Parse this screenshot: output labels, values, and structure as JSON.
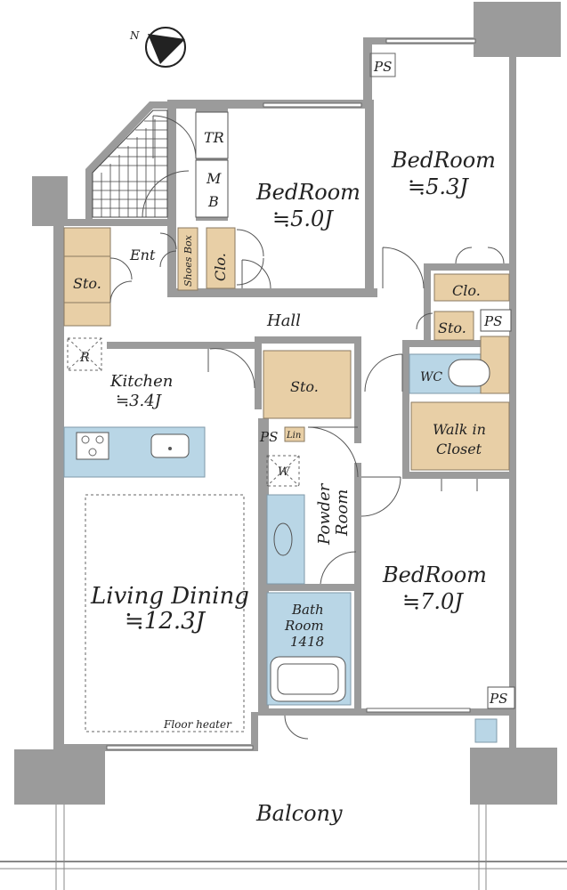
{
  "rooms": {
    "bed_top_right": {
      "name": "BedRoom",
      "size": "≒5.3J"
    },
    "bed_top_mid": {
      "name": "BedRoom",
      "size": "≒5.0J"
    },
    "bed_lower": {
      "name": "BedRoom",
      "size": "≒7.0J"
    },
    "living": {
      "name": "Living Dining",
      "size": "≒12.3J"
    },
    "kitchen": {
      "name": "Kitchen",
      "size": "≒3.4J"
    },
    "bath": {
      "name": "Bath",
      "name2": "Room",
      "size": "1418"
    },
    "powder": {
      "name": "Powder",
      "name2": "Room"
    },
    "walkin": {
      "name": "Walk in",
      "name2": "Closet"
    },
    "hall": {
      "name": "Hall"
    },
    "balcony": {
      "name": "Balcony"
    }
  },
  "labels": {
    "tr": "TR",
    "m": "M",
    "b": "B",
    "ent": "Ent",
    "shoes_box": "Shoes Box",
    "sto": "Sto.",
    "clo": "Clo.",
    "ps": "PS",
    "wc": "WC",
    "lin": "Lin",
    "w": "W",
    "r": "R",
    "floor_heater": "Floor heater",
    "north": "N"
  }
}
